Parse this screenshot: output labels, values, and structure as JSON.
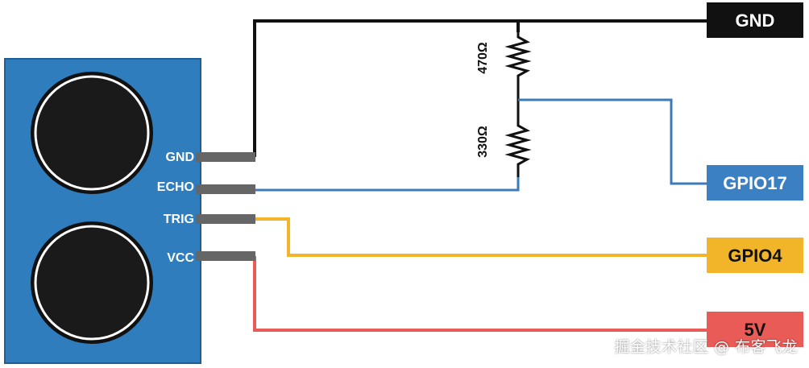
{
  "colors": {
    "sensor_board": "#2f7dbd",
    "sensor_outline": "#1f5f96",
    "transducer": "#1a1a1a",
    "pin": "#666666",
    "gnd_wire": "#111111",
    "echo_wire": "#3c7ab8",
    "trig_wire": "#f2b52a",
    "vcc_wire": "#e85b57",
    "gnd_tag": "#111111",
    "gpio17_tag": "#3b80c2",
    "gpio4_tag": "#f2b52a",
    "fivev_tag": "#e85b57"
  },
  "sensor": {
    "pins": {
      "gnd": "GND",
      "echo": "ECHO",
      "trig": "TRIG",
      "vcc": "VCC"
    }
  },
  "resistors": {
    "top": "470Ω",
    "bottom": "330Ω"
  },
  "tags": {
    "gnd": "GND",
    "gpio17": "GPIO17",
    "gpio4": "GPIO4",
    "fivev": "5V"
  },
  "watermark": "掘金技术社区 @ 布客飞龙"
}
